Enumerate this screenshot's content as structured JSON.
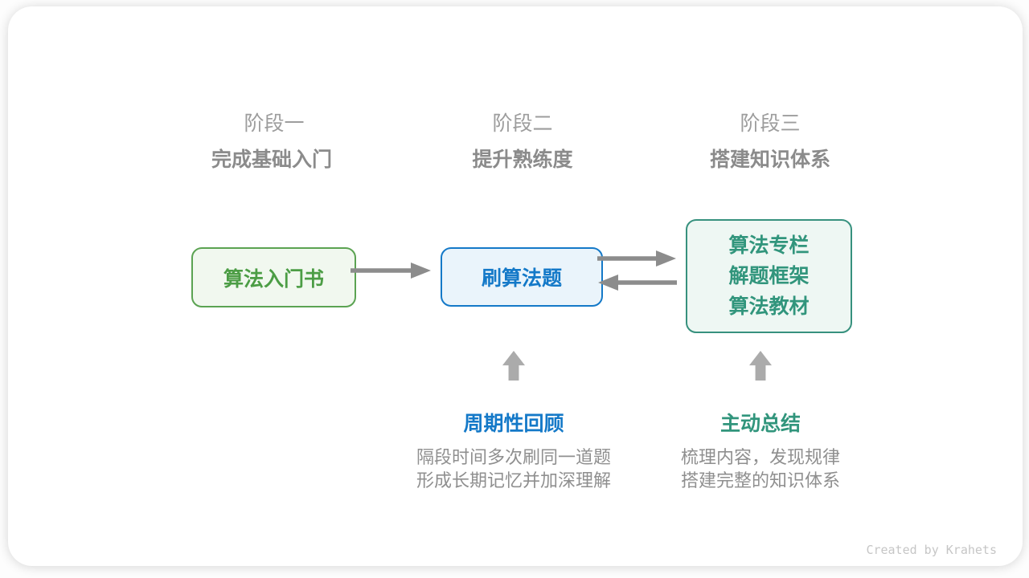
{
  "stages": [
    {
      "label": "阶段一",
      "title": "完成基础入门"
    },
    {
      "label": "阶段二",
      "title": "提升熟练度"
    },
    {
      "label": "阶段三",
      "title": "搭建知识体系"
    }
  ],
  "nodes": {
    "intro_book": {
      "label": "算法入门书"
    },
    "practice": {
      "label": "刷算法题"
    },
    "resources": {
      "lines": [
        "算法专栏",
        "解题框架",
        "算法教材"
      ]
    }
  },
  "annotations": [
    {
      "title": "周期性回顾",
      "desc_lines": [
        "隔段时间多次刷同一道题",
        "形成长期记忆并加深理解"
      ]
    },
    {
      "title": "主动总结",
      "desc_lines": [
        "梳理内容，发现规律",
        "搭建完整的知识体系"
      ]
    }
  ],
  "credit": "Created by Krahets",
  "colors": {
    "green_border": "#5ba352",
    "green_text": "#4c9d45",
    "green_bg": "#f1f8ef",
    "blue_border": "#1479c8",
    "blue_text": "#1479c8",
    "blue_bg": "#eaf4fb",
    "teal_border": "#37917e",
    "teal_text": "#31957c",
    "teal_bg": "#eef7f3",
    "connector_gray": "#8c8c8c",
    "block_arrow_gray": "#ababab",
    "stage_label_gray": "#9d9d9d",
    "stage_title_gray": "#8b8b8b",
    "desc_gray": "#8f8f8f",
    "credit_gray": "#c6c6c6"
  }
}
